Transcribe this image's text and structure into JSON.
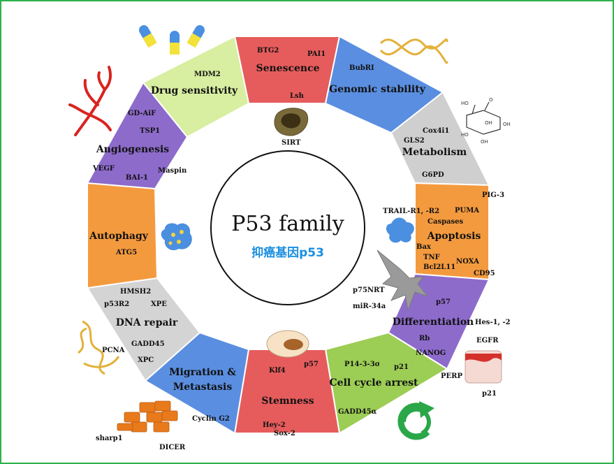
{
  "center": {
    "title": "P53 family",
    "subtitle": "抑癌基因p53",
    "subtitle_color": "#1a8fe0"
  },
  "segments": [
    {
      "name": "Senescence",
      "genes": [
        "BTG2",
        "PAI1",
        "Lsh"
      ],
      "color": "#e25b5b"
    },
    {
      "name": "Genomic stability",
      "genes": [
        "BubRI"
      ],
      "color": "#4f86d8"
    },
    {
      "name": "Metabolism",
      "genes": [
        "Cox4i1",
        "GLS2",
        "G6PD"
      ],
      "color": "#cfcfcf"
    },
    {
      "name": "Apoptosis",
      "genes": [
        "PIG-3",
        "PUMA",
        "Caspases",
        "TRAIL-R1, -R2",
        "Bax",
        "TNF",
        "NOXA",
        "Bcl2L11",
        "CD95"
      ],
      "color": "#f59a3c"
    },
    {
      "name": "Differentiation",
      "genes": [
        "p57",
        "Hes-1, -2",
        "Rb",
        "NANOG",
        "EGFR",
        "PERP",
        "p21"
      ],
      "color": "#8c6bc8"
    },
    {
      "name": "Cell cycle arrest",
      "genes": [
        "P14-3-3σ",
        "p21",
        "GADD45α"
      ],
      "color": "#9ccc52"
    },
    {
      "name": "Stemness",
      "genes": [
        "Klf4",
        "p57",
        "Hey-2",
        "Sox-2"
      ],
      "color": "#e25b5b"
    },
    {
      "name": "Migration & Metastasis",
      "genes": [
        "Cyclin G2",
        "sharp1",
        "DICER"
      ],
      "color": "#4f86d8"
    },
    {
      "name": "DNA repair",
      "genes": [
        "HMSH2",
        "p53R2",
        "XPE",
        "GADD45",
        "PCNA",
        "XPC"
      ],
      "color": "#cfcfcf"
    },
    {
      "name": "Autophagy",
      "genes": [
        "ATG5"
      ],
      "color": "#f59a3c"
    },
    {
      "name": "Angiogenesis",
      "genes": [
        "GD-AiF",
        "TSP1",
        "VEGF",
        "BAI-1",
        "Maspin"
      ],
      "color": "#8c6bc8"
    },
    {
      "name": "Drug sensitivity",
      "genes": [
        "MDM2"
      ],
      "color": "#d9ef9c"
    }
  ],
  "extras": {
    "sirt": "SIRT",
    "p75nrt": "p75NRT",
    "mir34a": "miR-34a"
  }
}
